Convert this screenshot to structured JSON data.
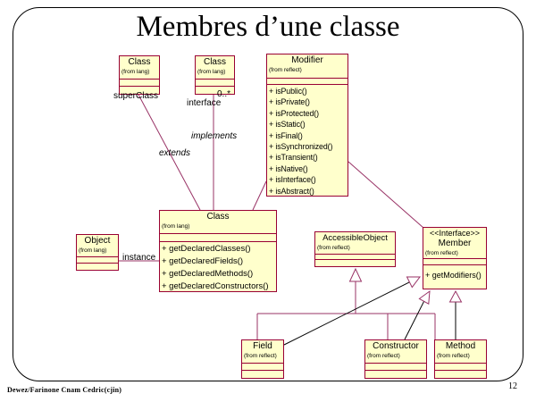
{
  "slide": {
    "title": "Membres d’une classe",
    "footer": "Dewez/Farinone Cnam Cedric(cjin)",
    "page_number": "12"
  },
  "colors": {
    "box_fill": "#ffffcc",
    "box_border": "#990033",
    "association_line": "#993366",
    "generalization_line": "#000000",
    "slide_border": "#000000"
  },
  "labels": {
    "super_class": "superClass",
    "interface": "interface",
    "multiplicity": "0..*",
    "implements": "implements",
    "extends": "extends",
    "instance": "instance"
  },
  "classes": {
    "class_top_left": {
      "name": "Class",
      "from": "(from lang)"
    },
    "class_top_mid": {
      "name": "Class",
      "from": "(from lang)"
    },
    "modifier": {
      "name": "Modifier",
      "from": "(from reflect)",
      "methods": [
        "+ isPublic()",
        "+ isPrivate()",
        "+ isProtected()",
        "+ isStatic()",
        "+ isFinal()",
        "+ isSynchronized()",
        "+ isTransient()",
        "+ isNative()",
        "+ isInterface()",
        "+ isAbstract()"
      ]
    },
    "class_central": {
      "name": "Class",
      "from": "(from lang)",
      "methods": [
        "+ getDeclaredClasses()",
        "+ getDeclaredFields()",
        "+ getDeclaredMethods()",
        "+ getDeclaredConstructors()"
      ]
    },
    "object": {
      "name": "Object",
      "from": "(from lang)"
    },
    "accessible_object": {
      "name": "AccessibleObject",
      "from": "(from reflect)"
    },
    "member": {
      "stereotype": "<<Interface>>",
      "name": "Member",
      "from": "(from reflect)",
      "methods": [
        "+ getModifiers()"
      ]
    },
    "field": {
      "name": "Field",
      "from": "(from reflect)"
    },
    "constructor": {
      "name": "Constructor",
      "from": "(from reflect)"
    },
    "method": {
      "name": "Method",
      "from": "(from reflect)"
    }
  }
}
